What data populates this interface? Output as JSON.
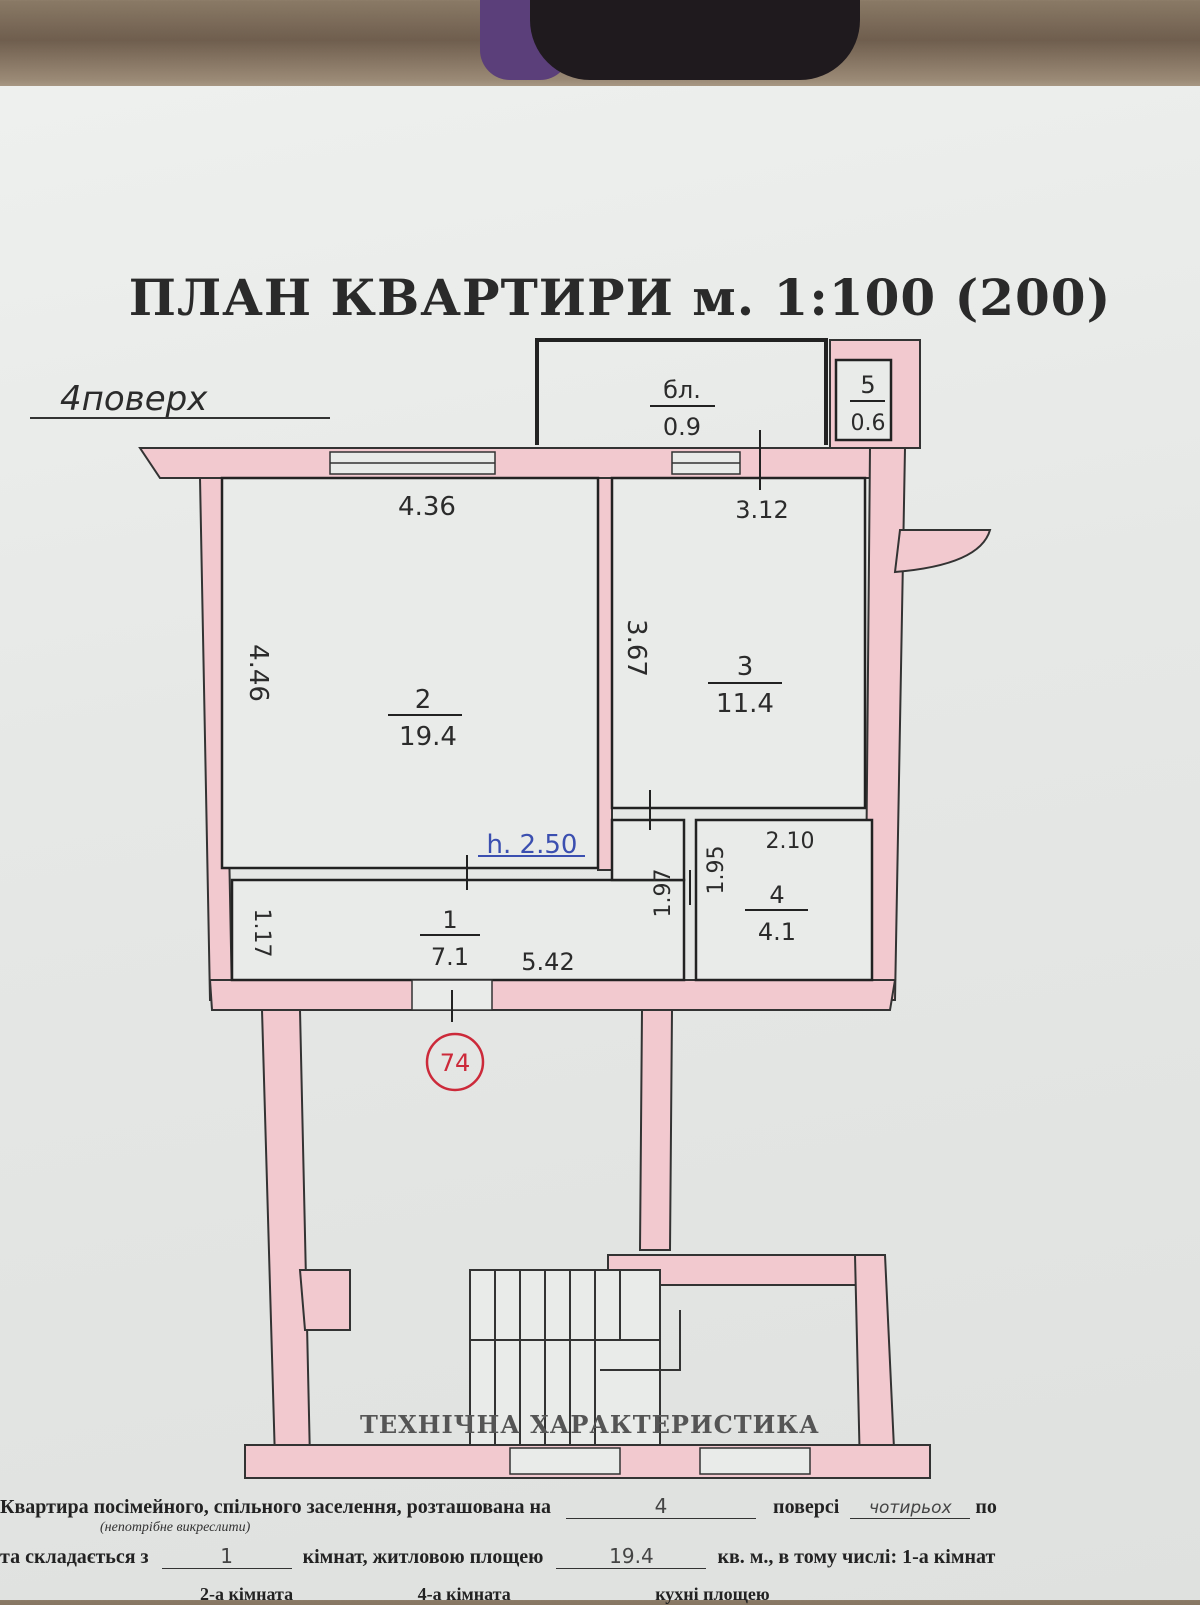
{
  "title": "ПЛАН КВАРТИРИ м. 1:100 (200)",
  "floor_note": "4поверх",
  "ceiling_height": "h. 2.50",
  "building_no": "74",
  "rooms": [
    {
      "id": "1",
      "area": "7.1"
    },
    {
      "id": "2",
      "area": "19.4"
    },
    {
      "id": "3",
      "area": "11.4"
    },
    {
      "id": "4",
      "area": "4.1"
    },
    {
      "id": "бл.",
      "area": "0.9"
    },
    {
      "id": "5",
      "area": "0.6"
    }
  ],
  "dimensions": {
    "room2_width": "4.36",
    "room2_depth": "4.46",
    "room3_width": "3.12",
    "room3_depth": "3.67",
    "room4_width": "2.10",
    "room4_depth": "1.95",
    "corridor_length": "5.42",
    "corridor_width": "1.17",
    "passage_depth": "1.97"
  },
  "section_heading": "ТЕХНІЧНА ХАРАКТЕРИСТИКА",
  "form": {
    "line1_text": "Квартира посімейного, спільного заселення, розташована на",
    "line1_floor": "4",
    "line1_suffix": "поверсі",
    "line1_handwritten": "чотирьох",
    "line1_end": "по",
    "line1_hint": "(непотрібне викреслити)",
    "line2_text": "та складається з",
    "line2_rooms": "1",
    "line2_mid": "кімнат, житловою площею",
    "line2_area": "19.4",
    "line2_end": "кв. м., в тому числі: 1-а кімнат",
    "line3_a": "2-а кімната",
    "line3_b": "4-а кімната",
    "line3_c": "кухні площею"
  }
}
